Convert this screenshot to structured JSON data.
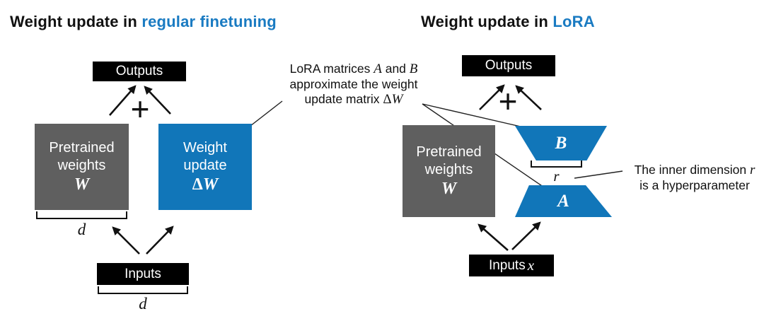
{
  "colors": {
    "accent_blue": "#1176b9",
    "title_blue": "#1a7bc2",
    "box_gray": "#5f5f5f",
    "box_black": "#000000"
  },
  "title_left": {
    "prefix": "Weight update in ",
    "highlight": "regular finetuning"
  },
  "title_right": {
    "prefix": "Weight update in ",
    "highlight": "LoRA"
  },
  "left": {
    "outputs": "Outputs",
    "plus": "+",
    "pretrained": {
      "l1": "Pretrained",
      "l2": "weights",
      "math": "W"
    },
    "update": {
      "l1": "Weight",
      "l2": "update",
      "delta": "Δ",
      "math": "W"
    },
    "d_weights": "d",
    "inputs": "Inputs",
    "d_inputs": "d"
  },
  "right": {
    "outputs": "Outputs",
    "plus": "+",
    "pretrained": {
      "l1": "Pretrained",
      "l2": "weights",
      "math": "W"
    },
    "matrix_b": "B",
    "matrix_a": "A",
    "r_label": "r",
    "inputs_text": "Inputs",
    "inputs_math": "x"
  },
  "callout_center": {
    "l1a": "LoRA matrices ",
    "l1m1": "A",
    "l1b": " and ",
    "l1m2": "B",
    "l2": "approximate the weight",
    "l3a": "update matrix ",
    "l3delta": "Δ",
    "l3m": "W"
  },
  "callout_r": {
    "l1a": "The inner dimension ",
    "l1m": "r",
    "l2": "is a hyperparameter"
  }
}
